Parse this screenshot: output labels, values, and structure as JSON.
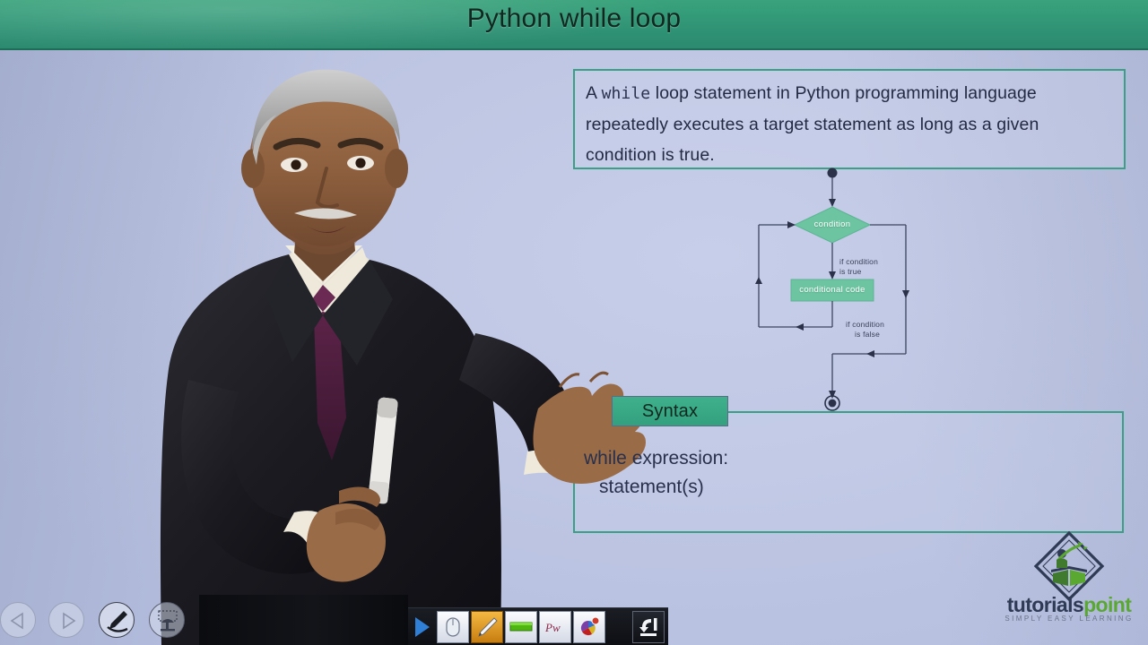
{
  "header": {
    "title": "Python while loop",
    "band_color": "#2f9274"
  },
  "slide": {
    "background_color": "#bfc7e4",
    "accent_color": "#3a9f84",
    "description": {
      "part1": "A ",
      "code": "while",
      "part2": " loop statement in Python programming language repeatedly executes a target statement as long as a given condition is true."
    },
    "flowchart": {
      "type": "activity-diagram",
      "start_node": "filled-circle",
      "end_node": "bullseye-circle",
      "decision_label": "condition",
      "action_label": "conditional code",
      "true_branch_label_line1": "if condition",
      "true_branch_label_line2": "is true",
      "false_branch_label_line1": "if condition",
      "false_branch_label_line2": "is false",
      "node_fill": "#6cc4a1",
      "line_color": "#3c4560"
    },
    "syntax": {
      "tab_label": "Syntax",
      "line1": "while expression:",
      "line2": "statement(s)"
    },
    "logo": {
      "name_part1": "tutorials",
      "name_part2": "point",
      "tagline": "SIMPLY EASY LEARNING",
      "color1": "#2f3b55",
      "color2": "#5aa832"
    }
  },
  "controls": {
    "left_nav": [
      {
        "name": "previous-slide",
        "icon": "triangle-left-icon"
      },
      {
        "name": "next-slide",
        "icon": "triangle-right-icon"
      },
      {
        "name": "annotate-pen",
        "icon": "pen-strikethrough-icon"
      },
      {
        "name": "presentation-view",
        "icon": "projector-icon"
      }
    ],
    "toolbar": [
      {
        "name": "pointer-tool",
        "icon": "blue-arrow-icon"
      },
      {
        "name": "mouse-tool",
        "icon": "mouse-icon"
      },
      {
        "name": "pen-tool",
        "icon": "pen-icon",
        "selected": true
      },
      {
        "name": "highlighter-tool",
        "icon": "green-marker-icon"
      },
      {
        "name": "text-tool",
        "icon": "pw-text-icon"
      },
      {
        "name": "color-picker-tool",
        "icon": "color-wheel-icon"
      },
      {
        "name": "exit-tool",
        "icon": "exit-arrow-icon"
      }
    ]
  }
}
